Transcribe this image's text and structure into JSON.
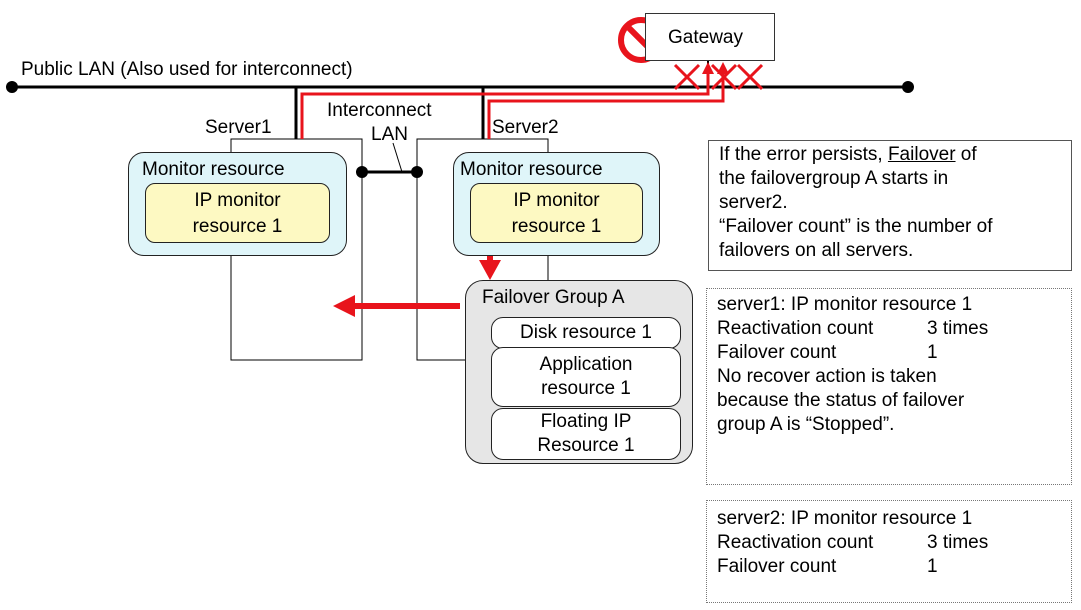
{
  "network": {
    "public_lan_label": "Public LAN (Also used for interconnect)",
    "interconnect_label_1": "Interconnect",
    "interconnect_label_2": "LAN",
    "gateway_label": "Gateway"
  },
  "servers": {
    "server1": {
      "label": "Server1",
      "monitor_resource": "Monitor resource",
      "ip_monitor_line1": "IP monitor",
      "ip_monitor_line2": "resource 1"
    },
    "server2": {
      "label": "Server2",
      "monitor_resource": "Monitor resource",
      "ip_monitor_line1": "IP monitor",
      "ip_monitor_line2": "resource 1"
    }
  },
  "failover_group": {
    "title": "Failover Group A",
    "resources": [
      {
        "line1": "Disk resource 1",
        "line2": ""
      },
      {
        "line1": "Application",
        "line2": "resource 1"
      },
      {
        "line1": "Floating IP",
        "line2": "Resource 1"
      }
    ]
  },
  "notes": {
    "explanation": {
      "lines": [
        {
          "pre": "If the error persists, ",
          "em": "Failover",
          "post": " of"
        },
        {
          "pre": "the failovergroup A starts in",
          "em": "",
          "post": ""
        },
        {
          "pre": "server2.",
          "em": "",
          "post": ""
        },
        {
          "pre": "“Failover count” is the number of",
          "em": "",
          "post": ""
        },
        {
          "pre": "failovers on all servers.",
          "em": "",
          "post": ""
        }
      ]
    },
    "server1_status": {
      "title": "server1: IP monitor resource 1",
      "rows": [
        {
          "label": "Reactivation count",
          "value": "3 times"
        },
        {
          "label": "Failover count",
          "value": "1"
        }
      ],
      "comment": [
        "No recover action is taken",
        "because the status of failover",
        "group A is “Stopped”."
      ]
    },
    "server2_status": {
      "title": "server2: IP monitor resource 1",
      "rows": [
        {
          "label": "Reactivation count",
          "value": "3 times"
        },
        {
          "label": "Failover count",
          "value": "1"
        }
      ]
    }
  },
  "colors": {
    "line": "#000000",
    "accent_red": "#e8141c",
    "monitor_fill": "#dff5f9",
    "ip_monitor_fill": "#fdf9c2",
    "group_fill": "#e6e6e6"
  },
  "icons": [
    "prohibited-icon",
    "blocked-x-icon"
  ]
}
